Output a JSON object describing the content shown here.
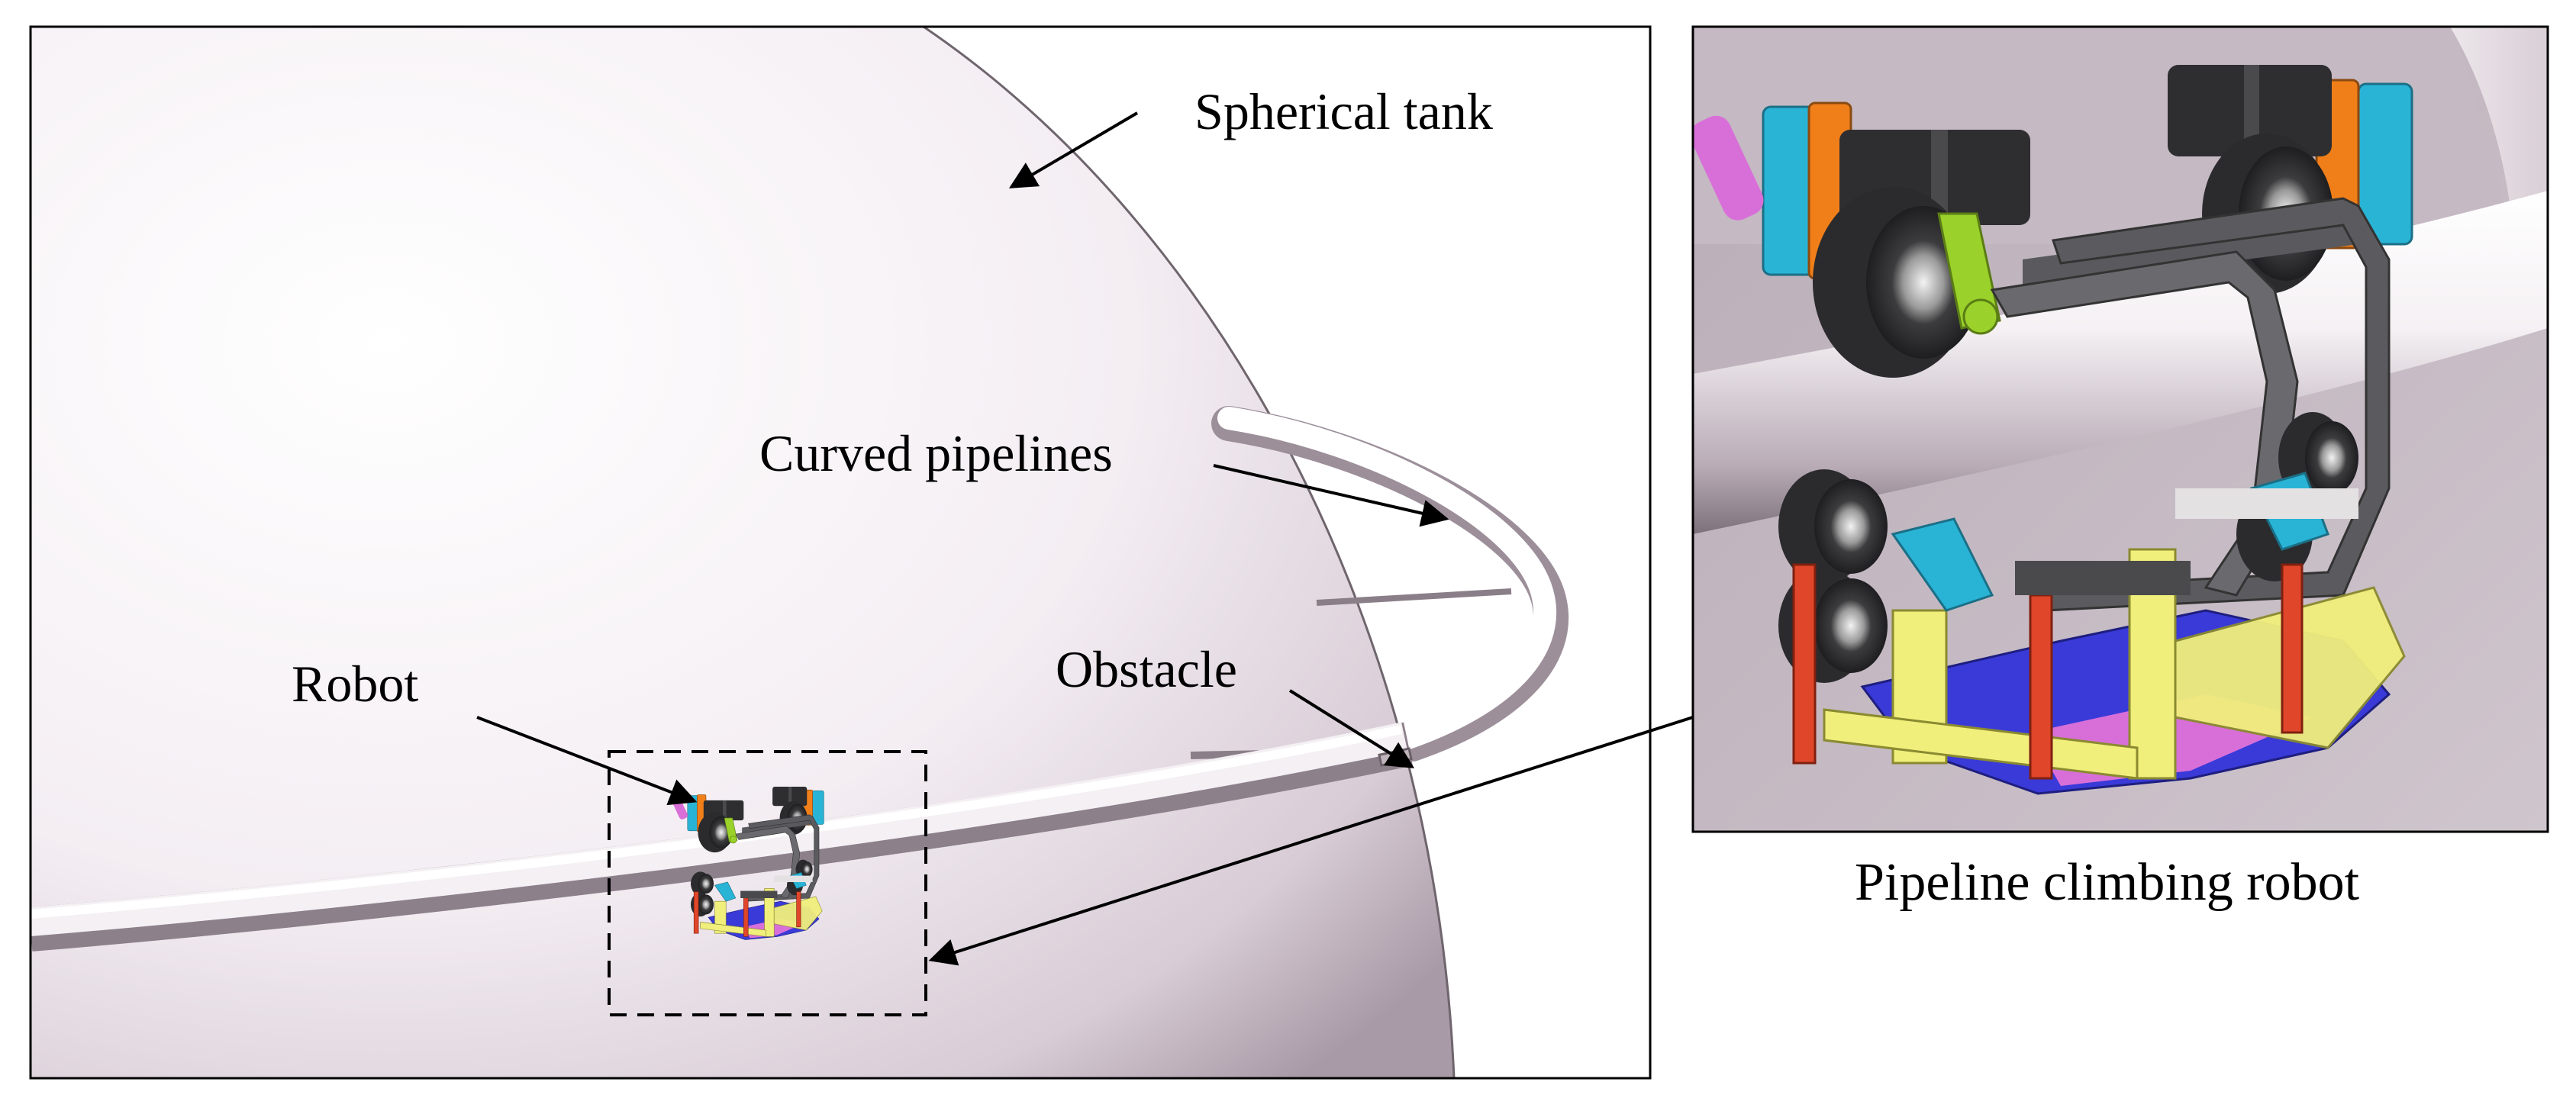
{
  "labels": {
    "spherical_tank": "Spherical tank",
    "curved_pipelines": "Curved pipelines",
    "robot": "Robot",
    "obstacle": "Obstacle",
    "caption": "Pipeline climbing robot"
  },
  "colors": {
    "frame": "#000000",
    "tank_light": "#f7f2f6",
    "tank_dark": "#9a8a98",
    "pipe_light": "#ffffff",
    "pipe_dark": "#8a7e88",
    "background_inset": "#bcb0ba",
    "motor": "#2e2e30",
    "wheel": "#3a3a3c",
    "frame_arm": "#555557",
    "bracket_cyan": "#29b4d6",
    "bracket_orange": "#f07f1a",
    "bracket_magenta": "#d86fd8",
    "bracket_yellow": "#f1ef7c",
    "bracket_lime": "#9ad12b",
    "bracket_red": "#e0462a",
    "bracket_blue": "#3a3ad8"
  },
  "icons": {
    "robot_small": "pipeline-robot-icon",
    "robot_large": "pipeline-robot-detail-icon"
  }
}
